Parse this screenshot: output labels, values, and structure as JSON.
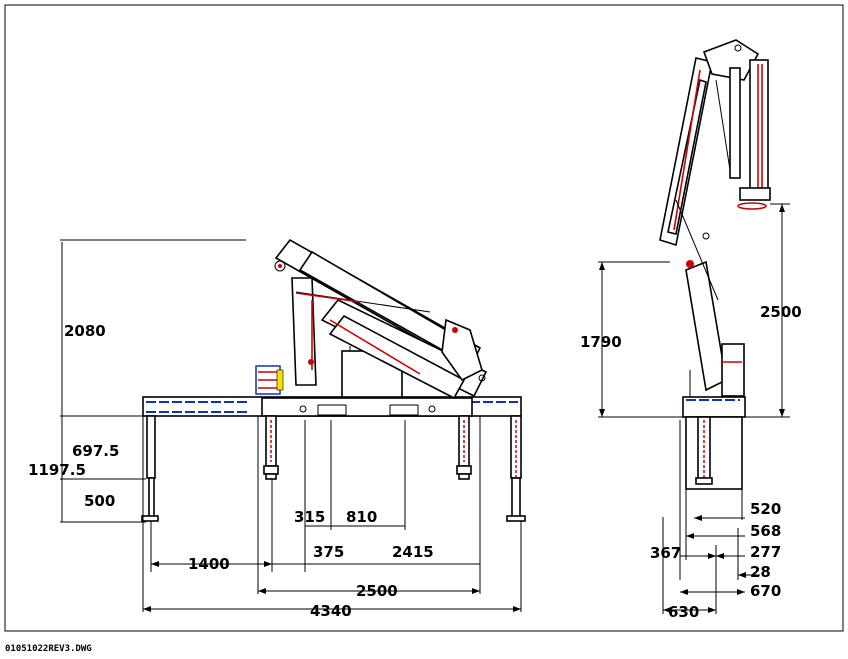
{
  "dimensions": {
    "front_height": "2080",
    "lower_697": "697.5",
    "lower_1197": "1197.5",
    "lower_500": "500",
    "w_315": "315",
    "w_810": "810",
    "w_375": "375",
    "w_2415": "2415",
    "w_1400": "1400",
    "w_2500": "2500",
    "w_4340": "4340",
    "side_height": "1790",
    "side_reach": "2500",
    "side_520": "520",
    "side_568": "568",
    "side_367": "367",
    "side_277": "277",
    "side_28": "28",
    "side_670": "670",
    "side_630": "630"
  },
  "footer": {
    "filename": "01051022REV3.DWG"
  },
  "colors": {
    "frame": "#000000",
    "hydraulic": "#d00000",
    "stabilizer": "#1030c0"
  }
}
